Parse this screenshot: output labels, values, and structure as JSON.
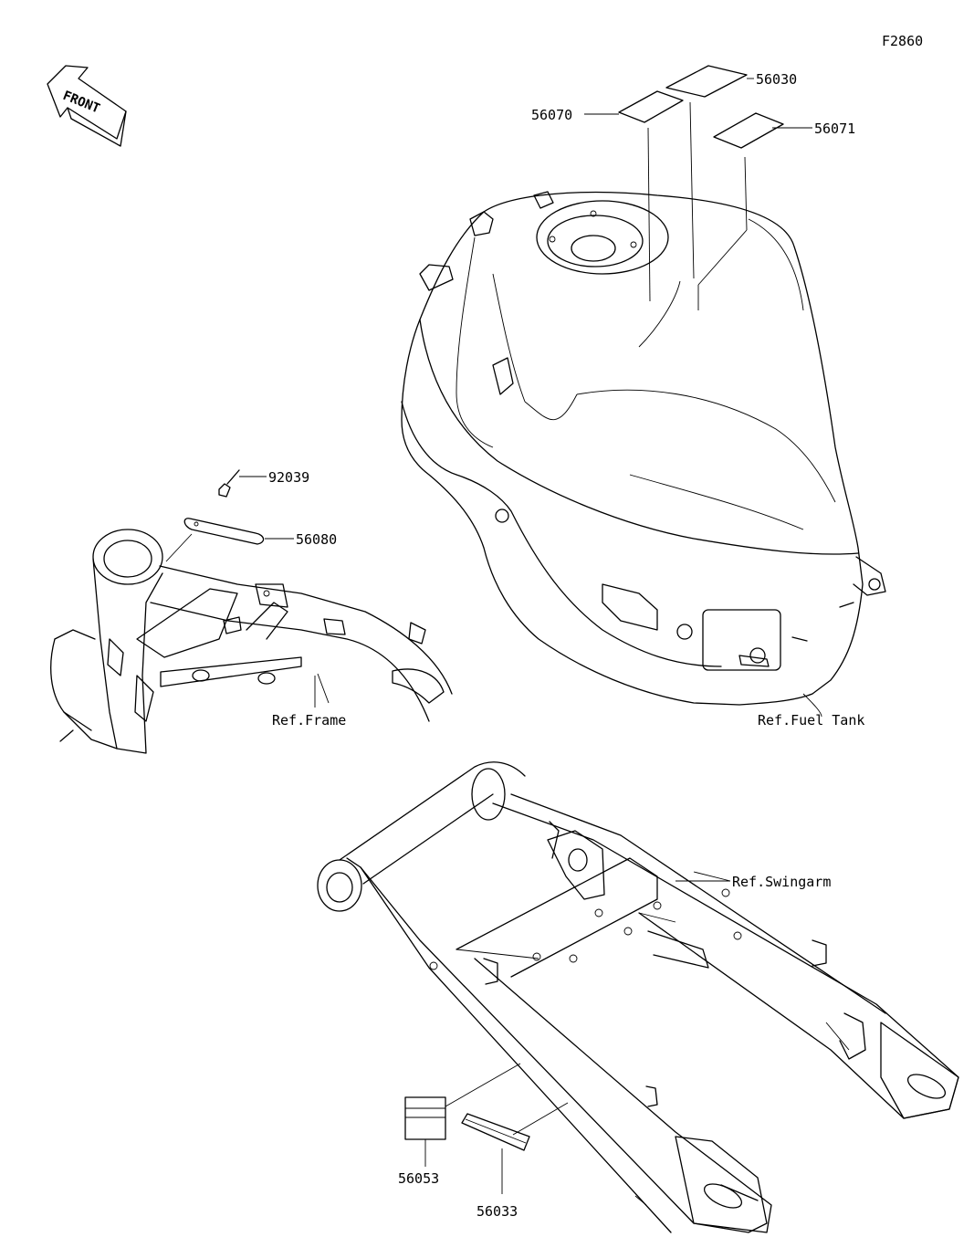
{
  "figure_code": "F2860",
  "front_arrow": {
    "text": "FRONT",
    "icon": "front-arrow-icon"
  },
  "parts": [
    {
      "id": "p56030",
      "number": "56030"
    },
    {
      "id": "p56070",
      "number": "56070"
    },
    {
      "id": "p56071",
      "number": "56071"
    },
    {
      "id": "p92039",
      "number": "92039"
    },
    {
      "id": "p56080",
      "number": "56080"
    },
    {
      "id": "p56053",
      "number": "56053"
    },
    {
      "id": "p56033",
      "number": "56033"
    }
  ],
  "references": {
    "frame": "Ref.Frame",
    "fuel_tank": "Ref.Fuel Tank",
    "swingarm": "Ref.Swingarm"
  }
}
